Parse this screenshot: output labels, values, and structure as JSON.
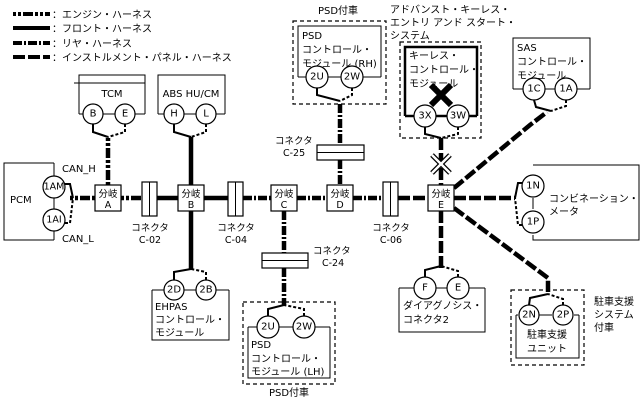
{
  "legend": [
    {
      "style": "engine",
      "label": "：エンジン・ハーネス"
    },
    {
      "style": "front",
      "label": "：フロント・ハーネス"
    },
    {
      "style": "rear",
      "label": "：リヤ・ハーネス"
    },
    {
      "style": "instrument",
      "label": "：インストルメント・パネル・ハーネス"
    }
  ],
  "modules": {
    "pcm": {
      "name": "PCM",
      "pins": [
        "1AM",
        "1AI"
      ],
      "can_h": "CAN_H",
      "can_l": "CAN_L"
    },
    "tcm": {
      "name": "TCM",
      "pins": [
        "B",
        "E"
      ]
    },
    "abs": {
      "name": "ABS HU/CM",
      "pins": [
        "H",
        "L"
      ]
    },
    "ehpas": {
      "line1": "EHPAS",
      "line2": "コントロール・",
      "line3": "モジュール",
      "pins": [
        "2D",
        "2B"
      ]
    },
    "psd_rh": {
      "caption": "PSD付車",
      "line1": "PSD",
      "line2": "コントロール・",
      "line3": "モジュール (RH)",
      "pins": [
        "2U",
        "2W"
      ]
    },
    "psd_lh": {
      "caption": "PSD付車",
      "line1": "PSD",
      "line2": "コントロール・",
      "line3": "モジュール (LH)",
      "pins": [
        "2U",
        "2W"
      ]
    },
    "keyless": {
      "caption1": "アドバンスト・キーレス・",
      "caption2": "エントリ アンド スタート・",
      "caption3": "システム",
      "line1": "キーレス・",
      "line2": "コントロール・",
      "line3": "モジュール",
      "pins": [
        "3X",
        "3W"
      ]
    },
    "sas": {
      "line1": "SAS",
      "line2": "コントロール・",
      "line3": "モジュール",
      "pins": [
        "1C",
        "1A"
      ]
    },
    "combi": {
      "line1": "コンビネーション・",
      "line2": "メータ",
      "pins": [
        "1N",
        "1P"
      ]
    },
    "dlc": {
      "line1": "ダイアグノシス・",
      "line2": "コネクタ2",
      "pins": [
        "F",
        "E"
      ]
    },
    "parking": {
      "caption1": "駐車支援",
      "caption2": "システム",
      "caption3": "付車",
      "line1": "駐車支援",
      "line2": "ユニット",
      "pins": [
        "2N",
        "2P"
      ]
    }
  },
  "junctions": [
    {
      "id": "A",
      "label": "分岐",
      "letter": "A"
    },
    {
      "id": "B",
      "label": "分岐",
      "letter": "B"
    },
    {
      "id": "C",
      "label": "分岐",
      "letter": "C"
    },
    {
      "id": "D",
      "label": "分岐",
      "letter": "D"
    },
    {
      "id": "E",
      "label": "分岐",
      "letter": "E"
    }
  ],
  "connectors": [
    {
      "id": "C-02",
      "label": "コネクタ",
      "code": "C-02"
    },
    {
      "id": "C-04",
      "label": "コネクタ",
      "code": "C-04"
    },
    {
      "id": "C-06",
      "label": "コネクタ",
      "code": "C-06"
    },
    {
      "id": "C-24",
      "label": "コネクタ",
      "code": "C-24"
    },
    {
      "id": "C-25",
      "label": "コネクタ",
      "code": "C-25"
    }
  ]
}
